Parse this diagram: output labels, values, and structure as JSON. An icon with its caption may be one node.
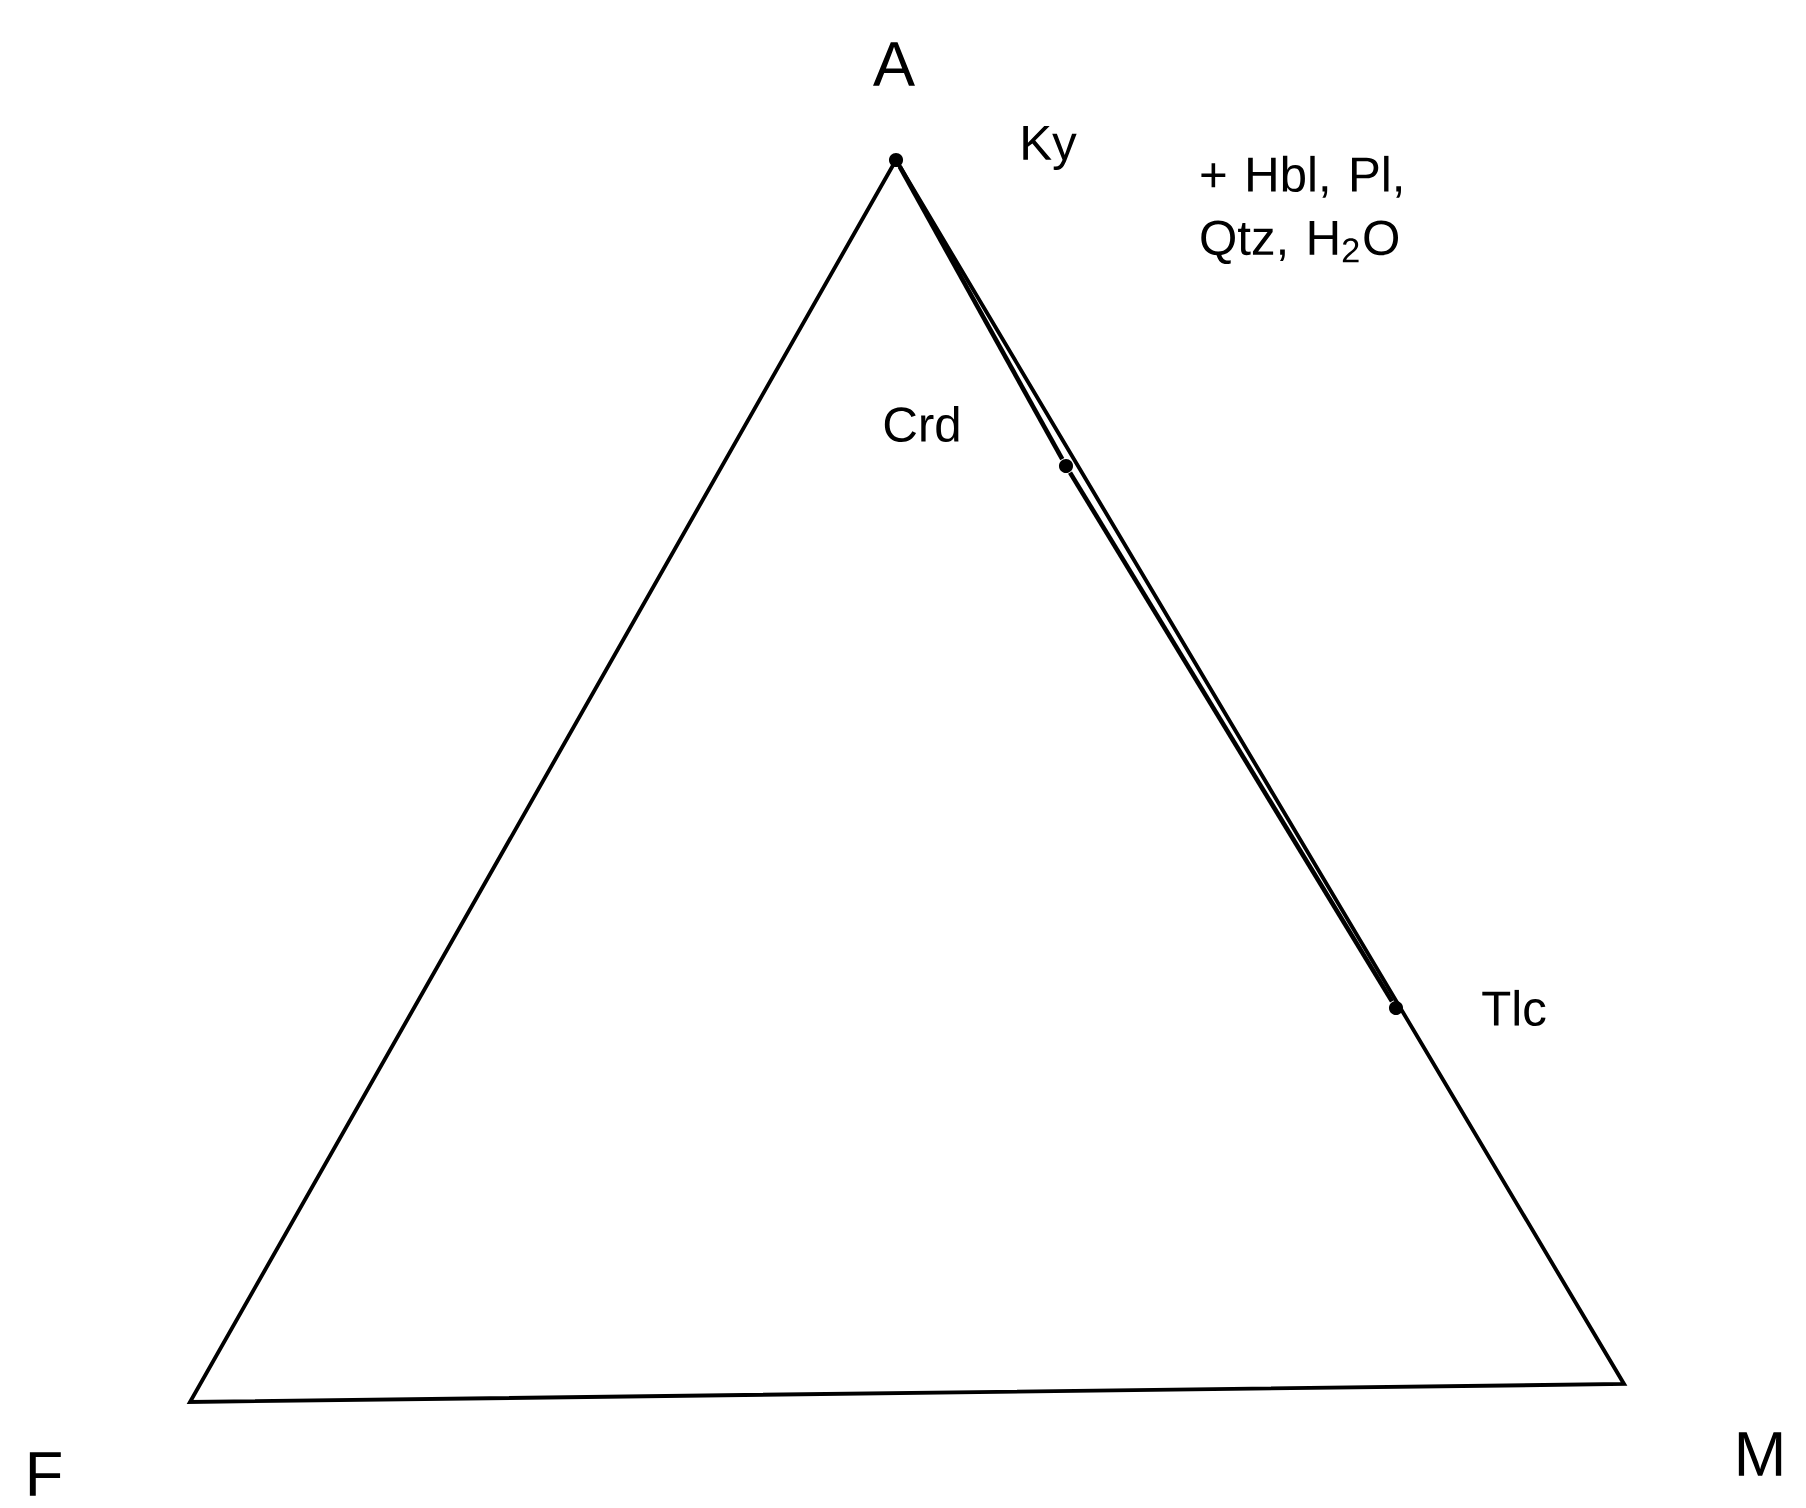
{
  "diagram": {
    "nodes": [
      {
        "text": [],
        "shape": "circle",
        "beside": [
          "Ky"
        ]
      },
      {
        "text": [],
        "shape": "circle",
        "beside": [
          "Crd"
        ]
      },
      {
        "text": [],
        "shape": "circle",
        "beside": [
          "Tlc"
        ]
      }
    ],
    "edges": [
      {
        "from": 0,
        "to": 1,
        "arrow": "none"
      },
      {
        "from": 1,
        "to": 2,
        "arrow": "none"
      }
    ],
    "labels": [
      "A",
      "+ Hbl, Pl, Qtz, H$_{2}$O",
      "F",
      "M"
    ]
  }
}
